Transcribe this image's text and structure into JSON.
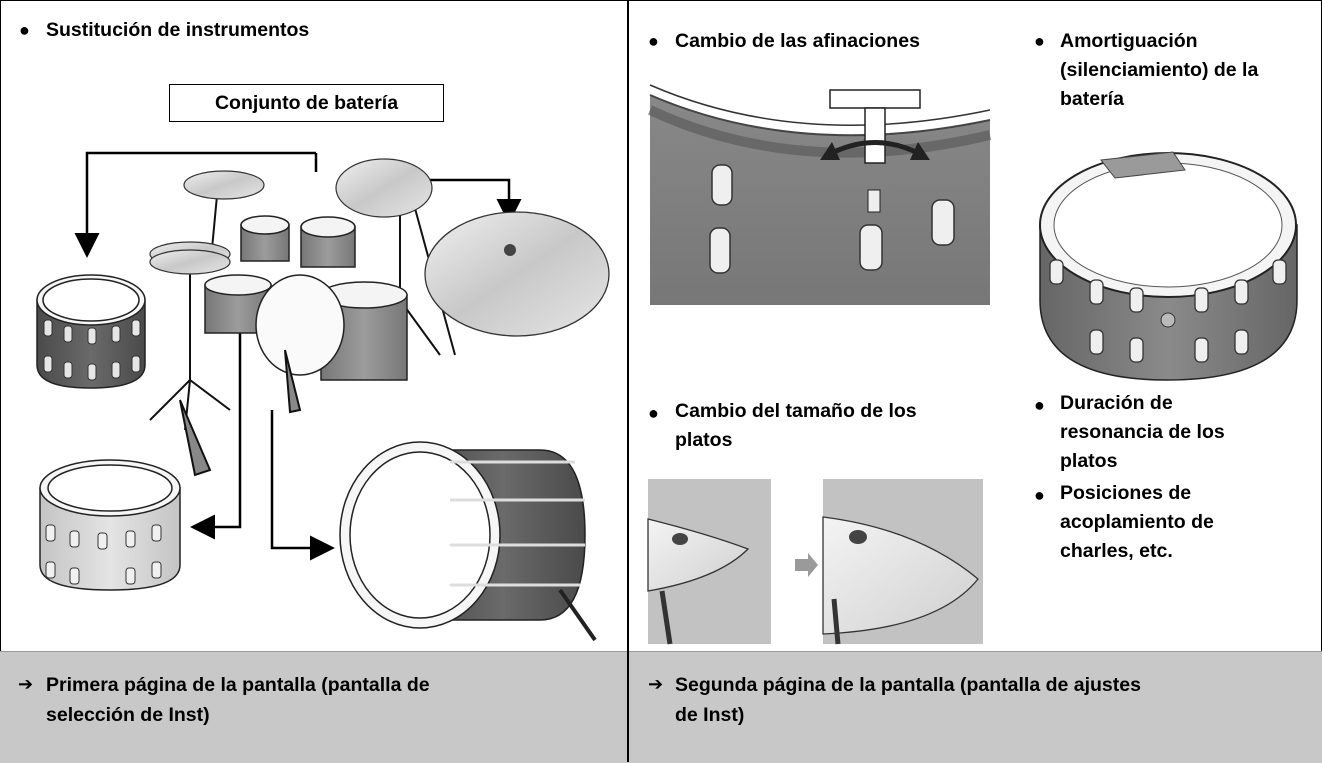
{
  "left": {
    "title": "Sustitución de instrumentos",
    "kit_label": "Conjunto de batería",
    "footer_line1": "Primera página de la pantalla (pantalla de",
    "footer_line2": "selección de Inst)"
  },
  "right": {
    "tuning_title": "Cambio de las afinaciones",
    "muffle_line1": "Amortiguación",
    "muffle_line2": "(silenciamiento) de la",
    "muffle_line3": "batería",
    "size_line1": "Cambio del tamaño de los",
    "size_line2": "platos",
    "decay_line1": "Duración de",
    "decay_line2": "resonancia de los",
    "decay_line3": "platos",
    "pos_line1": "Posiciones de",
    "pos_line2": "acoplamiento de",
    "pos_line3": "charles, etc.",
    "footer_line1": "Segunda página de la pantalla (pantalla de ajustes",
    "footer_line2": "de Inst)"
  },
  "symbols": {
    "bullet": "●",
    "arrow": "➔"
  },
  "colors": {
    "footer_bg": "#c8c8c8",
    "drum_shell_dark": "#5a5a5a",
    "drum_shell_mid": "#8c8c8c",
    "cymbal": "#d4d4d4"
  }
}
